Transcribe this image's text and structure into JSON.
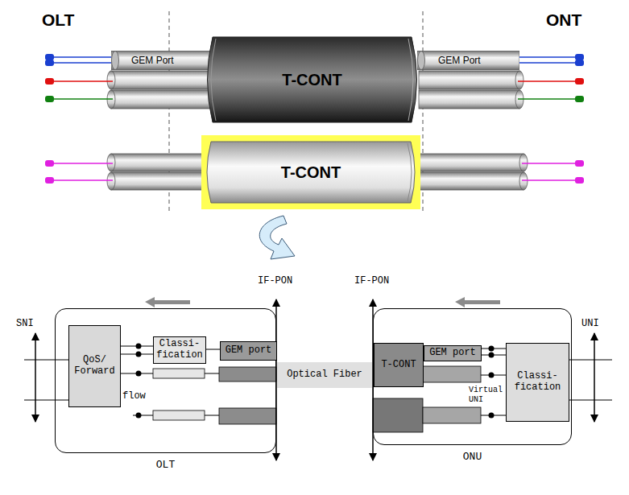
{
  "diagram": {
    "nodes": [
      {
        "text": [
          "GEM Port"
        ]
      },
      {
        "text": [
          "T-CONT"
        ]
      },
      {
        "text": [
          "GEM Port"
        ]
      },
      {
        "text": [
          "T-CONT"
        ]
      },
      {
        "text": [
          "OLT"
        ]
      },
      {
        "text": [
          "QoS/ Forward"
        ],
        "in": 4
      },
      {
        "text": [
          "Classi- fication"
        ],
        "in": 4
      },
      {
        "text": [
          "GEM port"
        ],
        "in": 4
      },
      {
        "text": [
          "Optical Fiber"
        ]
      },
      {
        "text": [
          "ONU"
        ]
      },
      {
        "text": [
          "T-CONT"
        ],
        "in": 9
      },
      {
        "text": [
          "GEM port"
        ],
        "in": 9
      },
      {
        "text": [
          "Classi- fication"
        ],
        "in": 9
      }
    ],
    "edges": [
      {
        "from": 5,
        "to": 6,
        "arrow": "none"
      },
      {
        "from": 5,
        "to": 6,
        "arrow": "none"
      },
      {
        "from": 6,
        "to": 7,
        "arrow": "none"
      },
      {
        "from": 11,
        "to": 12,
        "arrow": "none"
      }
    ],
    "labels": [
      "OLT",
      "ONT",
      "IF-PON",
      "IF-PON",
      "SNI",
      "UNI",
      "flow",
      "Virtual UNI"
    ]
  }
}
